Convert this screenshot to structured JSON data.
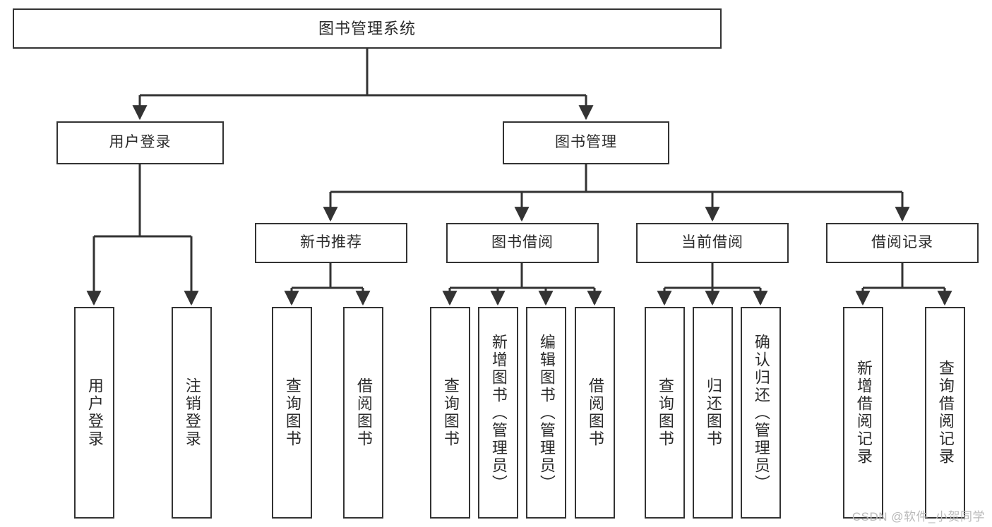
{
  "diagram": {
    "type": "tree",
    "title": "图书管理系统",
    "watermark": "CSDN @软件_小贺同学",
    "colors": {
      "box_border": "#333333",
      "box_fill": "#ffffff",
      "text": "#2b2b2b",
      "connector": "#333333",
      "watermark": "#b9b9b9",
      "background": "#ffffff"
    },
    "nodes": {
      "root": {
        "label": "图书管理系统"
      },
      "level2": [
        {
          "label": "用户登录"
        },
        {
          "label": "图书管理"
        }
      ],
      "level3": [
        {
          "label": "新书推荐"
        },
        {
          "label": "图书借阅"
        },
        {
          "label": "当前借阅"
        },
        {
          "label": "借阅记录"
        }
      ],
      "leaves": [
        {
          "label": "用户登录"
        },
        {
          "label": "注销登录"
        },
        {
          "label": "查询图书"
        },
        {
          "label": "借阅图书"
        },
        {
          "label": "查询图书"
        },
        {
          "label": "新增图书（管理员）"
        },
        {
          "label": "编辑图书（管理员）"
        },
        {
          "label": "借阅图书"
        },
        {
          "label": "查询图书"
        },
        {
          "label": "归还图书"
        },
        {
          "label": "确认归还（管理员）"
        },
        {
          "label": "新增借阅记录"
        },
        {
          "label": "查询借阅记录"
        }
      ]
    },
    "edges": [
      {
        "from": "图书管理系统",
        "to": "用户登录"
      },
      {
        "from": "图书管理系统",
        "to": "图书管理"
      },
      {
        "from": "用户登录",
        "to": "用户登录"
      },
      {
        "from": "用户登录",
        "to": "注销登录"
      },
      {
        "from": "图书管理",
        "to": "新书推荐"
      },
      {
        "from": "图书管理",
        "to": "图书借阅"
      },
      {
        "from": "图书管理",
        "to": "当前借阅"
      },
      {
        "from": "图书管理",
        "to": "借阅记录"
      },
      {
        "from": "新书推荐",
        "to": "查询图书"
      },
      {
        "from": "新书推荐",
        "to": "借阅图书"
      },
      {
        "from": "图书借阅",
        "to": "查询图书"
      },
      {
        "from": "图书借阅",
        "to": "新增图书（管理员）"
      },
      {
        "from": "图书借阅",
        "to": "编辑图书（管理员）"
      },
      {
        "from": "图书借阅",
        "to": "借阅图书"
      },
      {
        "from": "当前借阅",
        "to": "查询图书"
      },
      {
        "from": "当前借阅",
        "to": "归还图书"
      },
      {
        "from": "当前借阅",
        "to": "确认归还（管理员）"
      },
      {
        "from": "借阅记录",
        "to": "新增借阅记录"
      },
      {
        "from": "借阅记录",
        "to": "查询借阅记录"
      }
    ]
  }
}
